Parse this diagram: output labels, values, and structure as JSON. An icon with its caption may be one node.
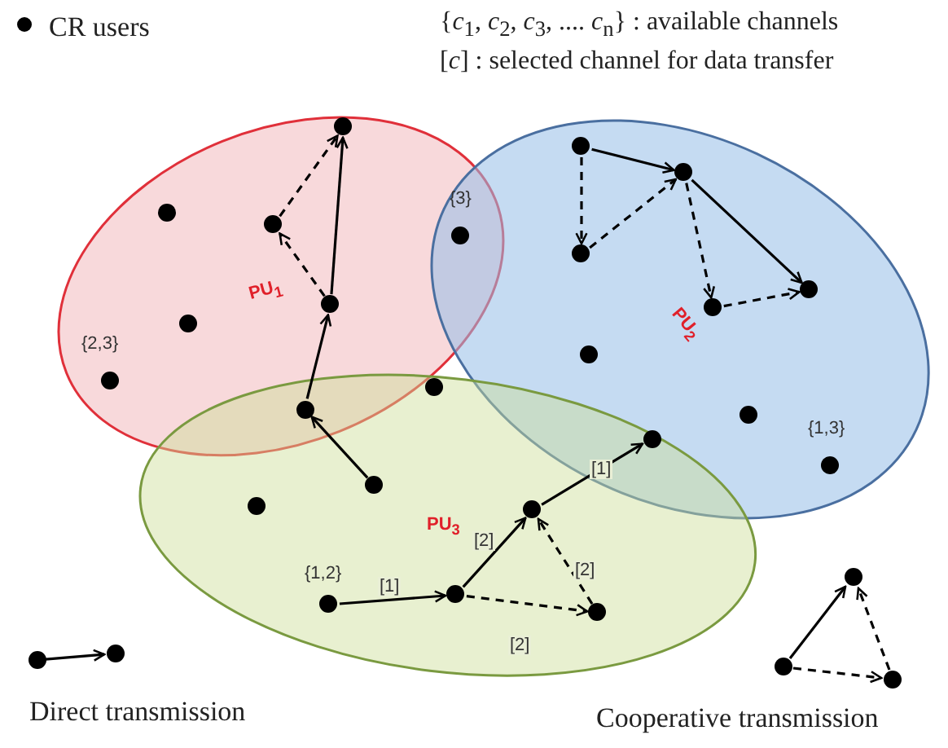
{
  "diagram": {
    "nodes": [
      {
        "text": [
          "PU$_{1}$"
        ]
      },
      {
        "text": [
          "PU$_{2}$"
        ]
      },
      {
        "text": [
          "PU$_{3}$"
        ]
      },
      {
        "text": [],
        "shape": "circle",
        "in": 0
      },
      {
        "text": [],
        "shape": "circle",
        "in": 1
      },
      {
        "text": [],
        "shape": "circle",
        "in": 1
      },
      {
        "text": [],
        "shape": "circle",
        "in": 0
      },
      {
        "text": [],
        "shape": "circle",
        "in": 0
      },
      {
        "text": [],
        "shape": "circle",
        "beside": [
          "{3}"
        ]
      },
      {
        "text": [],
        "shape": "circle",
        "in": 1
      },
      {
        "text": [],
        "shape": "circle",
        "in": 1
      },
      {
        "text": [],
        "shape": "circle",
        "in": 0
      },
      {
        "text": [],
        "shape": "circle",
        "in": 1
      },
      {
        "text": [],
        "shape": "circle",
        "in": 0
      },
      {
        "text": [],
        "shape": "circle",
        "in": 1
      },
      {
        "text": [],
        "shape": "circle",
        "in": 0,
        "beside": [
          "{2,3}"
        ]
      },
      {
        "text": [],
        "shape": "circle",
        "in": 2
      },
      {
        "text": [],
        "shape": "circle"
      },
      {
        "text": [],
        "shape": "circle",
        "in": 1
      },
      {
        "text": [],
        "shape": "circle"
      },
      {
        "text": [],
        "shape": "circle",
        "in": 1,
        "beside": [
          "{1,3}"
        ]
      },
      {
        "text": [],
        "shape": "circle",
        "in": 2
      },
      {
        "text": [],
        "shape": "circle",
        "in": 2
      },
      {
        "text": [],
        "shape": "circle",
        "in": 2
      },
      {
        "text": [],
        "shape": "circle",
        "in": 2
      },
      {
        "text": [],
        "shape": "circle",
        "in": 2,
        "beside": [
          "{1,2}"
        ]
      },
      {
        "text": [],
        "shape": "circle",
        "in": 2
      }
    ],
    "edges": [
      {
        "from": 11,
        "to": 3,
        "arrow": "to"
      },
      {
        "from": 11,
        "to": 7,
        "arrow": "to",
        "style": "dashed"
      },
      {
        "from": 7,
        "to": 3,
        "arrow": "to",
        "style": "dashed"
      },
      {
        "from": 17,
        "to": 11,
        "arrow": "to"
      },
      {
        "from": 21,
        "to": 17,
        "arrow": "to"
      },
      {
        "from": 4,
        "to": 5,
        "arrow": "to"
      },
      {
        "from": 4,
        "to": 9,
        "arrow": "to",
        "style": "dashed"
      },
      {
        "from": 9,
        "to": 5,
        "arrow": "to",
        "style": "dashed"
      },
      {
        "from": 5,
        "to": 10,
        "arrow": "to"
      },
      {
        "from": 5,
        "to": 12,
        "arrow": "to",
        "style": "dashed"
      },
      {
        "from": 12,
        "to": 10,
        "arrow": "to",
        "style": "dashed"
      },
      {
        "from": 25,
        "to": 24,
        "arrow": "to",
        "label": "[1]"
      },
      {
        "from": 24,
        "to": 23,
        "arrow": "to",
        "label": "[2]"
      },
      {
        "from": 23,
        "to": 19,
        "arrow": "to",
        "label": "[1]"
      },
      {
        "from": 24,
        "to": 26,
        "arrow": "to",
        "style": "dashed",
        "label": "[2]"
      },
      {
        "from": 26,
        "to": 23,
        "arrow": "to",
        "style": "dashed",
        "label": "[2]"
      }
    ],
    "labels": [
      "{*c*$_{1}$, *c*$_{2}$, *c*$_{3}$, .... *c*$_{n}$} : available channels",
      "[*c*] : selected channel for data transfer"
    ],
    "legend": [
      {
        "text": "CR users"
      },
      {
        "text": "Direct transmission"
      },
      {
        "text": "Cooperative transmission"
      }
    ]
  }
}
